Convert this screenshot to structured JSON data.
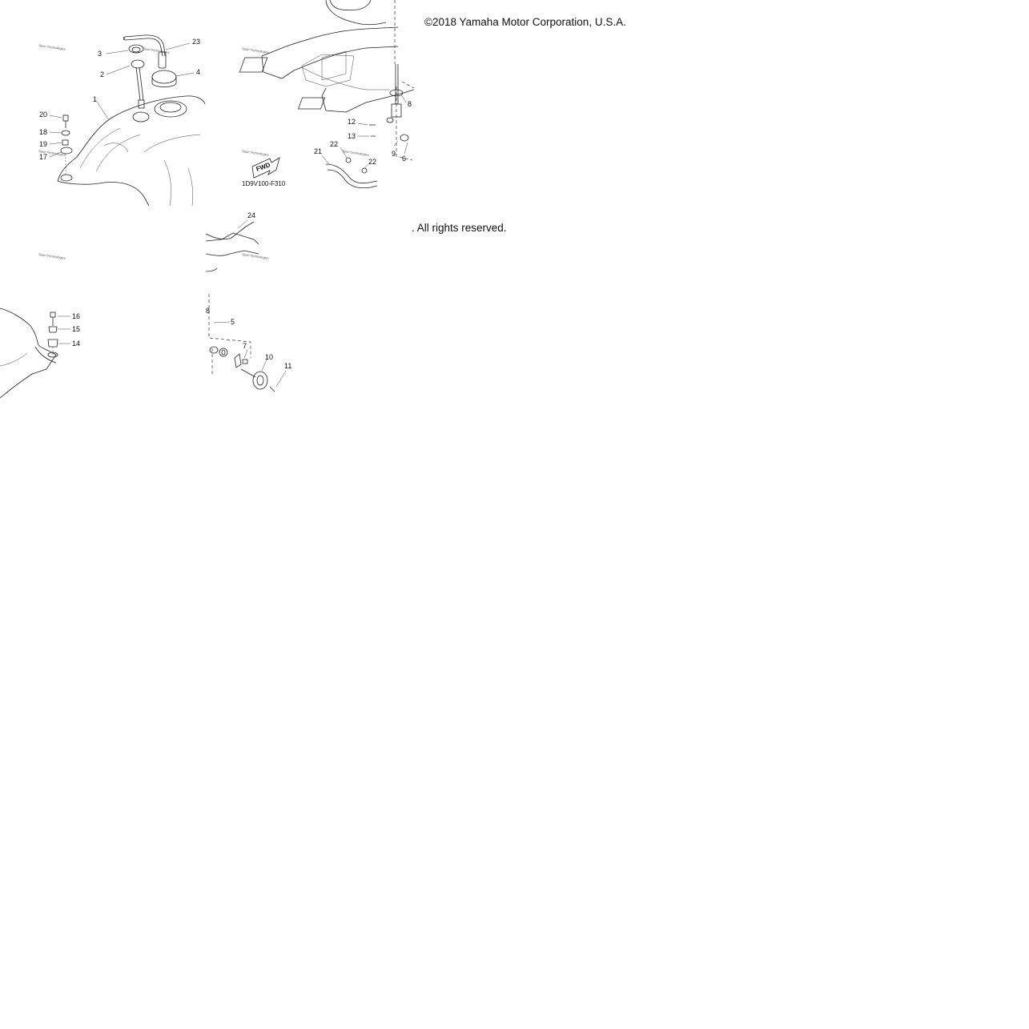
{
  "copyright": {
    "line1": "©2018 Yamaha Motor Corporation, U.S.A.",
    "line2": ". All rights reserved."
  },
  "watermark": "Sport Technologies",
  "diagram_code": "1D9V100-F310",
  "fwd_label": "FWD",
  "callouts": {
    "c1": "1",
    "c2": "2",
    "c3": "3",
    "c4": "4",
    "c5": "5",
    "c6": "6",
    "c7": "7",
    "c8": "8",
    "c9": "9",
    "c10": "10",
    "c11": "11",
    "c12": "12",
    "c13": "13",
    "c14": "14",
    "c15": "15",
    "c16": "16",
    "c17": "17",
    "c18": "18",
    "c19": "19",
    "c20": "20",
    "c21": "21",
    "c22a": "22",
    "c22b": "22",
    "c23": "23",
    "c24": "24"
  }
}
